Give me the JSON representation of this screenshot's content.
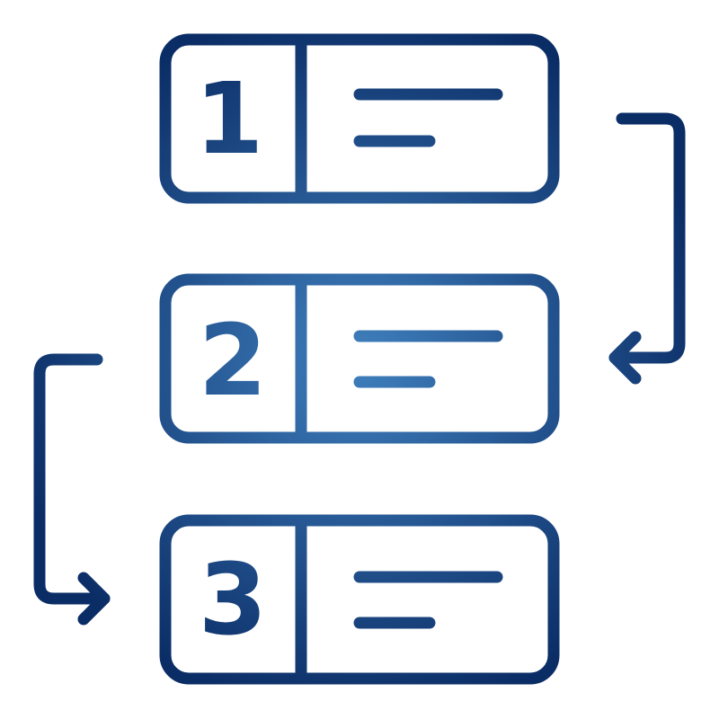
{
  "colors": {
    "stroke_dark": "#0b2d66",
    "stroke_light": "#3f7fbd",
    "background": "#ffffff"
  },
  "steps": [
    {
      "number": "1"
    },
    {
      "number": "2"
    },
    {
      "number": "3"
    }
  ],
  "connectors": [
    {
      "from": "1",
      "to": "2",
      "icon": "arrow-left-icon"
    },
    {
      "from": "2",
      "to": "3",
      "icon": "arrow-right-icon"
    }
  ]
}
